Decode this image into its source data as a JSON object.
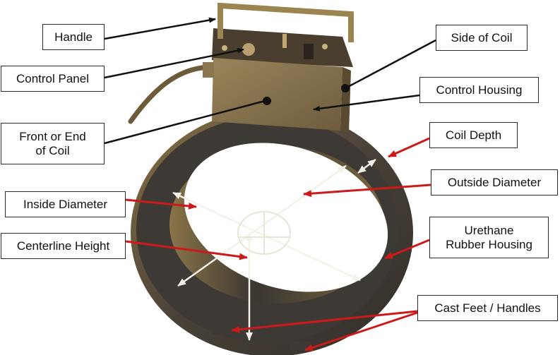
{
  "title": "Walk-through coil anatomy",
  "colors": {
    "background": "#ffffff",
    "coil_rubber": "#3d3a35",
    "coil_rim": "#6e5a3a",
    "housing": "#8a7650",
    "leader_black": "#111111",
    "leader_red": "#cc1a1a",
    "dimension_white": "#f4f1e8"
  },
  "labels": [
    {
      "id": "handle",
      "text": "Handle",
      "leader_color": "black"
    },
    {
      "id": "control-panel",
      "text": "Control Panel",
      "leader_color": "black"
    },
    {
      "id": "front-or-end-of-coil",
      "text": "Front or End\nof Coil",
      "leader_color": "black"
    },
    {
      "id": "side-of-coil",
      "text": "Side of Coil",
      "leader_color": "black"
    },
    {
      "id": "control-housing",
      "text": "Control Housing",
      "leader_color": "black"
    },
    {
      "id": "coil-depth",
      "text": "Coil Depth",
      "leader_color": "red"
    },
    {
      "id": "outside-diameter",
      "text": "Outside Diameter",
      "leader_color": "red"
    },
    {
      "id": "inside-diameter",
      "text": "Inside Diameter",
      "leader_color": "red"
    },
    {
      "id": "centerline-height",
      "text": "Centerline Height",
      "leader_color": "red"
    },
    {
      "id": "urethane-rubber-housing",
      "text": "Urethane\nRubber Housing",
      "leader_color": "red"
    },
    {
      "id": "cast-feet-handles",
      "text": "Cast Feet / Handles",
      "leader_color": "red"
    }
  ]
}
